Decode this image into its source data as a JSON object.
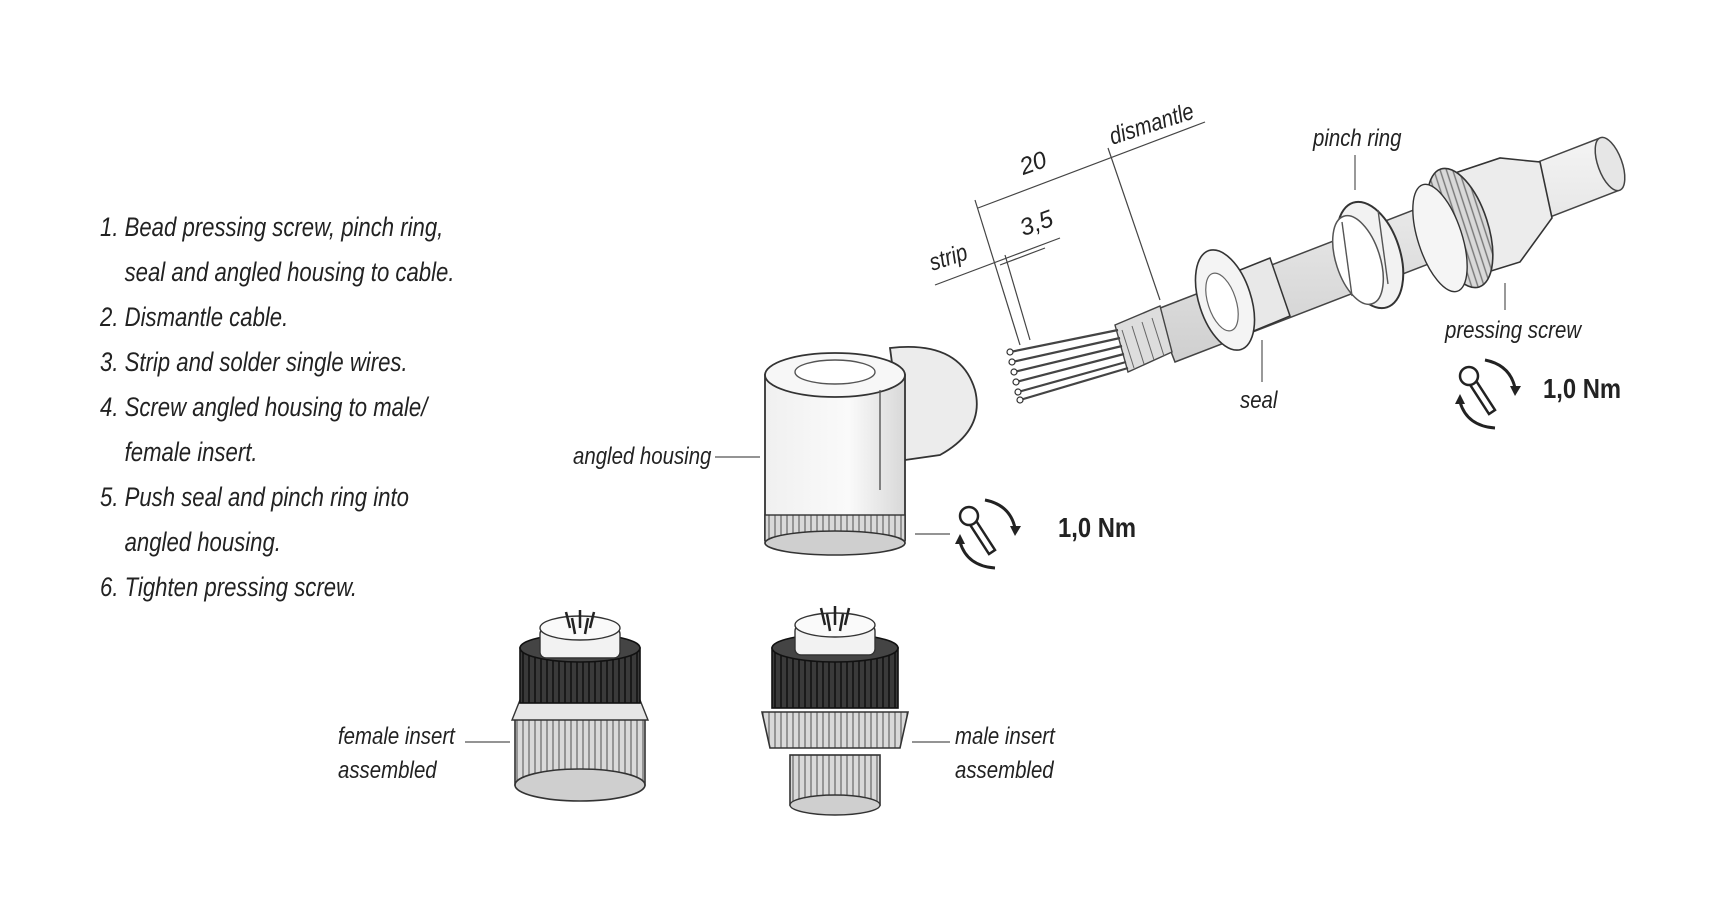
{
  "steps": [
    {
      "num": "1.",
      "lines": [
        "Bead pressing screw, pinch ring,",
        "seal and angled housing to cable."
      ]
    },
    {
      "num": "2.",
      "lines": [
        "Dismantle cable."
      ]
    },
    {
      "num": "3.",
      "lines": [
        "Strip and solder single wires."
      ]
    },
    {
      "num": "4.",
      "lines": [
        "Screw angled housing to male/",
        "female insert."
      ]
    },
    {
      "num": "5.",
      "lines": [
        "Push seal and pinch ring into",
        "angled housing."
      ]
    },
    {
      "num": "6.",
      "lines": [
        "Tighten pressing screw."
      ]
    }
  ],
  "labels": {
    "angled_housing": "angled housing",
    "female_insert_1": "female insert",
    "female_insert_2": "assembled",
    "male_insert_1": "male insert",
    "male_insert_2": "assembled",
    "seal": "seal",
    "pinch_ring": "pinch ring",
    "pressing_screw": "pressing screw",
    "strip": "strip",
    "dismantle": "dismantle"
  },
  "dimensions": {
    "dismantle_length": "20",
    "strip_length": "3,5"
  },
  "torque": {
    "housing": "1,0 Nm",
    "pressing_screw": "1,0 Nm"
  },
  "icons": [
    "wrench-rotate-icon"
  ]
}
